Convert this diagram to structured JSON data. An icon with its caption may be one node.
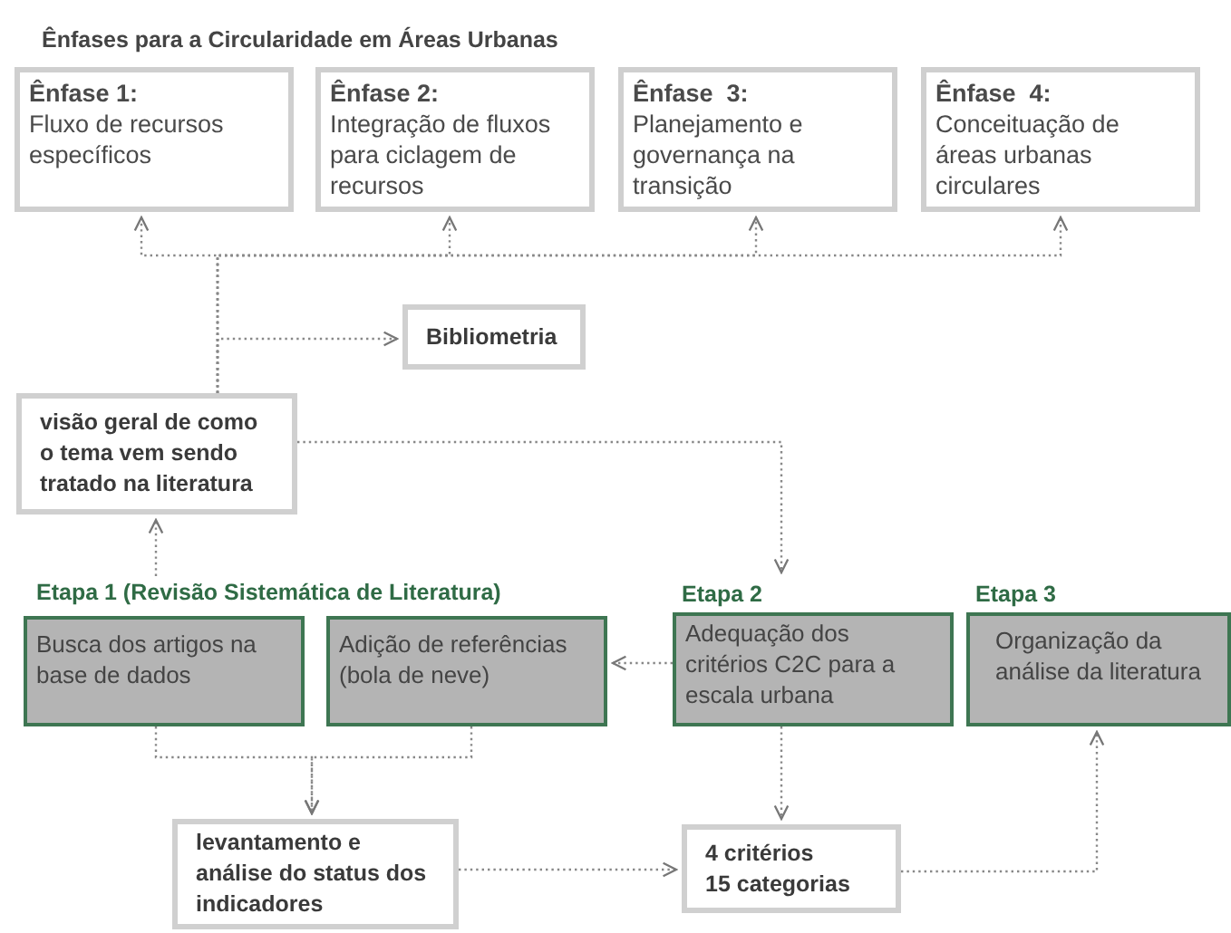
{
  "diagram": {
    "title": "Ênfases para a Circularidade em Áreas Urbanas",
    "nodes": [
      {
        "text": [
          "Ênfase 1:",
          "Fluxo de recursos específicos"
        ]
      },
      {
        "text": [
          "Ênfase 2:",
          "Integração de fluxos para ciclagem de recursos"
        ]
      },
      {
        "text": [
          "Ênfase  3:",
          "Planejamento e governança na transição"
        ]
      },
      {
        "text": [
          "Ênfase  4:",
          "Conceituação de áreas urbanas circulares"
        ]
      },
      {
        "text": [
          "Bibliometria"
        ]
      },
      {
        "text": [
          "visão geral de como o tema vem sendo tratado na literatura"
        ]
      },
      {
        "text": [
          "Etapa 1 (Revisão Sistemática de Literatura)"
        ]
      },
      {
        "text": [
          "Busca dos artigos na base de dados"
        ]
      },
      {
        "text": [
          "Adição de referências (bola de neve)"
        ]
      },
      {
        "text": [
          "Etapa 2",
          "Adequação dos critérios C2C para a escala urbana"
        ]
      },
      {
        "text": [
          "Etapa 3",
          "Organização da análise da literatura"
        ]
      },
      {
        "text": [
          "levantamento e análise do status dos indicadores"
        ]
      },
      {
        "text": [
          "4 critérios",
          "15 categorias"
        ]
      }
    ],
    "edges": [
      {
        "from": 5,
        "to": 0,
        "arrow": "to"
      },
      {
        "from": 5,
        "to": 1,
        "arrow": "to"
      },
      {
        "from": 5,
        "to": 2,
        "arrow": "to"
      },
      {
        "from": 5,
        "to": 3,
        "arrow": "to"
      },
      {
        "from": 5,
        "to": 4,
        "arrow": "to"
      },
      {
        "from": 6,
        "to": 5,
        "arrow": "to"
      },
      {
        "from": 5,
        "to": 9,
        "arrow": "to"
      },
      {
        "from": 9,
        "to": 8,
        "arrow": "to"
      },
      {
        "from": 7,
        "to": 11,
        "arrow": "to"
      },
      {
        "from": 8,
        "to": 11,
        "arrow": "to"
      },
      {
        "from": 9,
        "to": 12,
        "arrow": "to"
      },
      {
        "from": 11,
        "to": 12,
        "arrow": "to"
      },
      {
        "from": 12,
        "to": 10,
        "arrow": "to"
      }
    ]
  }
}
